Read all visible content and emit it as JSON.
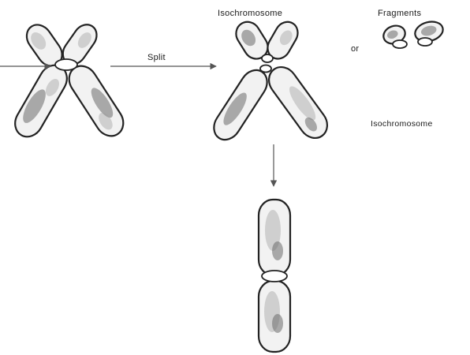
{
  "labels": {
    "split": "Split",
    "isochromosome_top": "Isochromosome",
    "fragments": "Fragments",
    "or": "or",
    "isochromosome_side": "Isochromosome"
  }
}
